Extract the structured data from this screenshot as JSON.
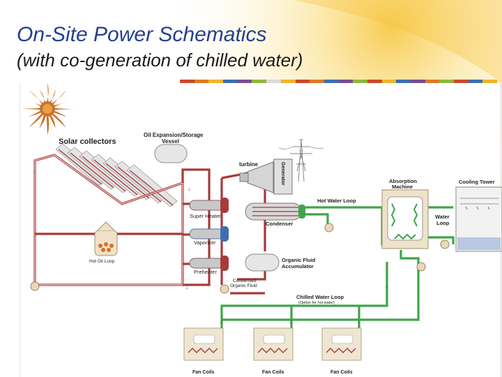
{
  "slide": {
    "title": "On-Site Power Schematics",
    "subtitle": "(with co-generation of chilled water)",
    "colors": {
      "title": "#23408f",
      "hot_loop": "#a83a3a",
      "cold_loop": "#3fa54a",
      "glow": "#f7c948",
      "bar": [
        "#c94a2a",
        "#e07a24",
        "#f0b42a",
        "#3d6fb0",
        "#7a4d8f",
        "#8fb83a",
        "#d9d9d9",
        "#f0b42a",
        "#c94a2a",
        "#e07a24",
        "#3d6fb0",
        "#7a4d8f",
        "#8fb83a",
        "#c94a2a",
        "#f0b42a",
        "#3d6fb0",
        "#7a4d8f",
        "#e07a24",
        "#8fb83a",
        "#c94a2a",
        "#3d6fb0",
        "#f0b42a"
      ]
    }
  },
  "diagram": {
    "labels": {
      "solar_collectors": "Solar collectors",
      "oil_vessel_line1": "Oil Expansion/Storage",
      "oil_vessel_line2": "Vessel",
      "turbine": "turbine",
      "generator": "Generator",
      "absorption_line1": "Absorption",
      "absorption_line2": "Machine",
      "cooling_tower": "Cooling Tower",
      "hot_water_loop": "Hot Water Loop",
      "super_heater": "Super Heater",
      "condenser": "Condenser",
      "water_loop_line1": "Water",
      "water_loop_line2": "Loop",
      "vaporizer": "Vaporizer",
      "preheater": "Preheater",
      "hot_oil_loop": "Hot Oil Loop",
      "accumulator_line1": "Organic Fluid",
      "accumulator_line2": "Accumulator",
      "condensed_line1": "Condensed",
      "condensed_line2": "Organic Fluid",
      "chilled_water_loop": "Chilled Water Loop",
      "chilled_note": "(Option for hot water)",
      "fan_coils": [
        "Fan Coils",
        "Fan Coils",
        "Fan Coils"
      ]
    },
    "icons": [
      "sun-icon",
      "transmission-tower-icon",
      "boiler-flame-icon",
      "pump-icon"
    ]
  }
}
